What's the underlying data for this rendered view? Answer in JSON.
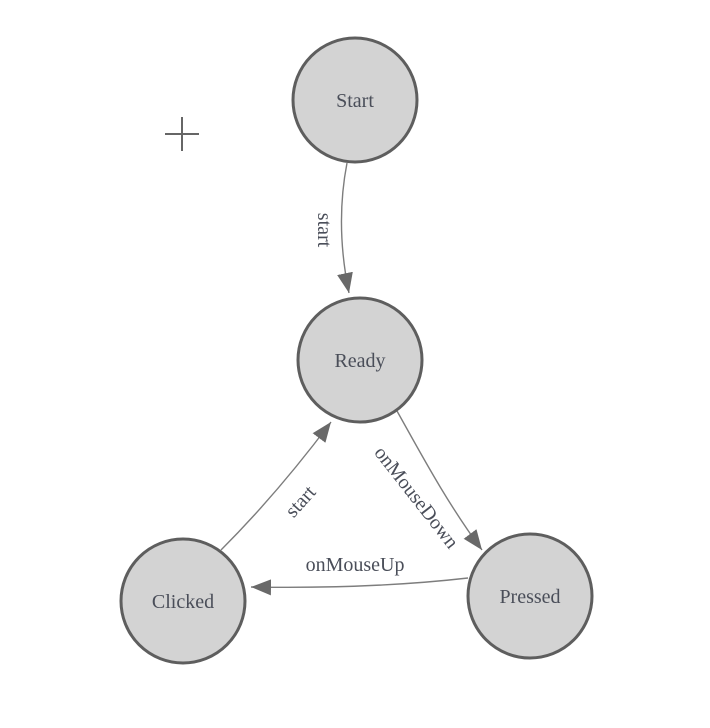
{
  "canvas": {
    "background_color": "#ffffff"
  },
  "palette": {
    "node_fill": "#d3d3d3",
    "node_stroke": "#5e5e5e",
    "edge_color": "#7d7d7d",
    "arrowhead_color": "#696969",
    "text_color": "#4a4e59",
    "crosshair_color": "#666666"
  },
  "diagram": {
    "type": "state-machine",
    "nodes": [
      {
        "id": "start",
        "label": "Start"
      },
      {
        "id": "ready",
        "label": "Ready"
      },
      {
        "id": "clicked",
        "label": "Clicked"
      },
      {
        "id": "pressed",
        "label": "Pressed"
      }
    ],
    "edges": [
      {
        "from": "start",
        "to": "ready",
        "label": "start"
      },
      {
        "from": "ready",
        "to": "pressed",
        "label": "onMouseDown"
      },
      {
        "from": "pressed",
        "to": "clicked",
        "label": "onMouseUp"
      },
      {
        "from": "clicked",
        "to": "ready",
        "label": "start"
      }
    ]
  }
}
